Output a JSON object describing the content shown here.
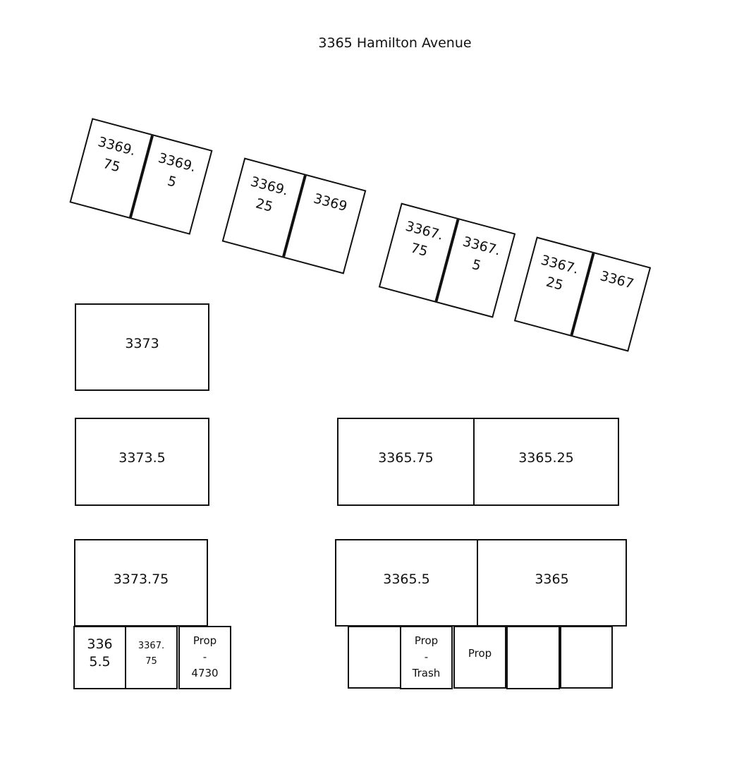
{
  "title": "3365 Hamilton Avenue",
  "rotated_pairs": [
    {
      "left": "3369.\n75",
      "right": "3369.\n5"
    },
    {
      "left": "3369.\n25",
      "right": "3369"
    },
    {
      "left": "3367.\n75",
      "right": "3367.\n5"
    },
    {
      "left": "3367.\n25",
      "right": "3367"
    }
  ],
  "units": {
    "u3373": "3373",
    "u3373_5": "3373.5",
    "u3373_75": "3373.75",
    "u3365_75": "3365.75",
    "u3365_25": "3365.25",
    "u3365_5": "3365.5",
    "u3365": "3365"
  },
  "small_left": [
    "336\n5.5",
    "3367.\n75",
    "Prop\n-\n4730"
  ],
  "small_right": [
    "",
    "Prop\n-\nTrash",
    "Prop",
    "",
    ""
  ]
}
